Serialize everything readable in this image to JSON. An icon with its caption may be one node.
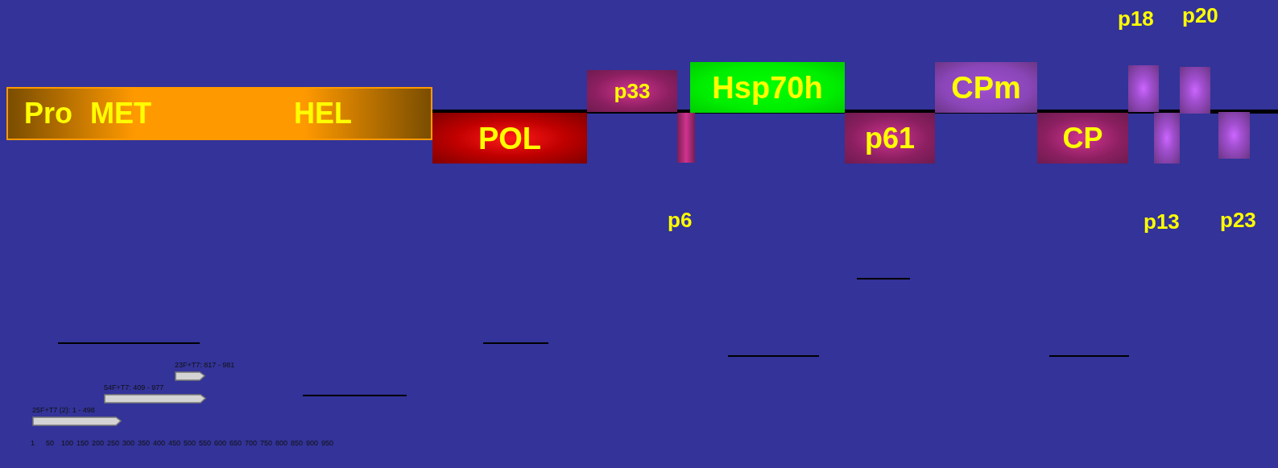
{
  "diagram": {
    "nodes": [
      {
        "text": [
          "Pro",
          "MET",
          "HEL"
        ]
      },
      {
        "text": [
          "POL"
        ]
      },
      {
        "text": [
          "p33"
        ]
      },
      {
        "text": [],
        "shape": "box",
        "beside": [
          "p6"
        ]
      },
      {
        "text": [
          "Hsp70h"
        ]
      },
      {
        "text": [
          "p61"
        ]
      },
      {
        "text": [
          "CPm"
        ]
      },
      {
        "text": [
          "CP"
        ]
      },
      {
        "text": [],
        "shape": "box",
        "beside": [
          "p18"
        ]
      },
      {
        "text": [],
        "shape": "box",
        "beside": [
          "p13"
        ]
      },
      {
        "text": [],
        "shape": "box",
        "beside": [
          "p20"
        ]
      },
      {
        "text": [],
        "shape": "box",
        "beside": [
          "p23"
        ]
      },
      {
        "text": [
          "23F+T7: 817 - 981"
        ]
      },
      {
        "text": [
          "54F+T7: 409 - 977"
        ]
      },
      {
        "text": [
          "25F+T7 (2): 1 - 498"
        ]
      }
    ],
    "labels": [
      "1",
      "50",
      "100",
      "150",
      "200",
      "250",
      "300",
      "350",
      "400",
      "450",
      "500",
      "550",
      "600",
      "650",
      "700",
      "750",
      "800",
      "850",
      "900",
      "950"
    ]
  }
}
